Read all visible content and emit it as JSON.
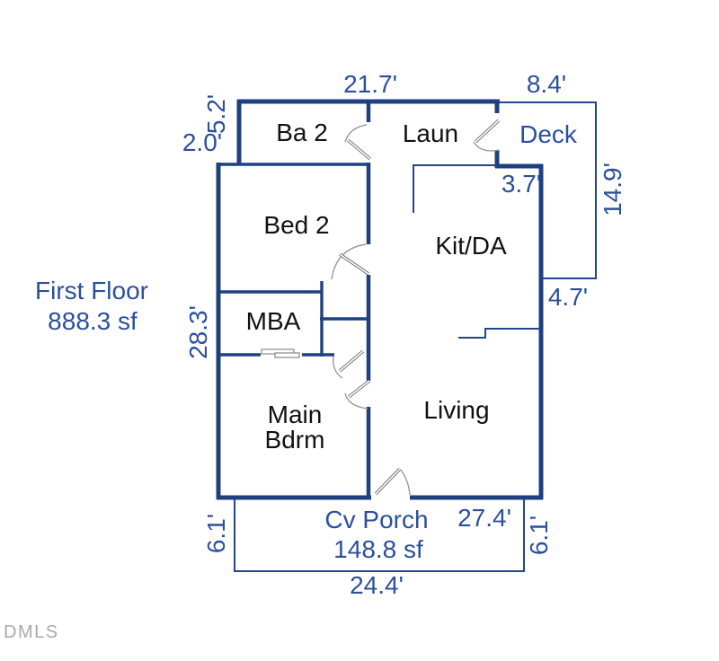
{
  "watermark": "DMLS",
  "colors": {
    "wall": "#1e4080",
    "thin_line": "#24478c",
    "label_blue": "#2c4f9c",
    "label_black": "#111111",
    "door_gray": "#9a9a9a",
    "watermark_gray": "#a9a9a9"
  },
  "floor": {
    "name": "First Floor",
    "area": "888.3 sf"
  },
  "rooms": {
    "ba2": {
      "label": "Ba 2"
    },
    "laun": {
      "label": "Laun"
    },
    "deck": {
      "label": "Deck"
    },
    "bed2": {
      "label": "Bed 2"
    },
    "kit_da": {
      "label": "Kit/DA"
    },
    "mba": {
      "label": "MBA"
    },
    "main_bdrm": {
      "line1": "Main",
      "line2": "Bdrm"
    },
    "living": {
      "label": "Living"
    },
    "porch": {
      "label": "Cv Porch",
      "area": "148.8 sf"
    }
  },
  "dimensions": {
    "top_width": "21.7'",
    "deck_width": "8.4'",
    "upper_left_height": "5.2'",
    "upper_left_width": "2.0'",
    "laun_deck_jog": "3.7'",
    "deck_height": "14.9'",
    "deck_bottom_width": "4.7'",
    "left_height": "28.3'",
    "porch_left_height": "6.1'",
    "bottom_width": "27.4'",
    "porch_right_height": "6.1'",
    "porch_width": "24.4'"
  }
}
